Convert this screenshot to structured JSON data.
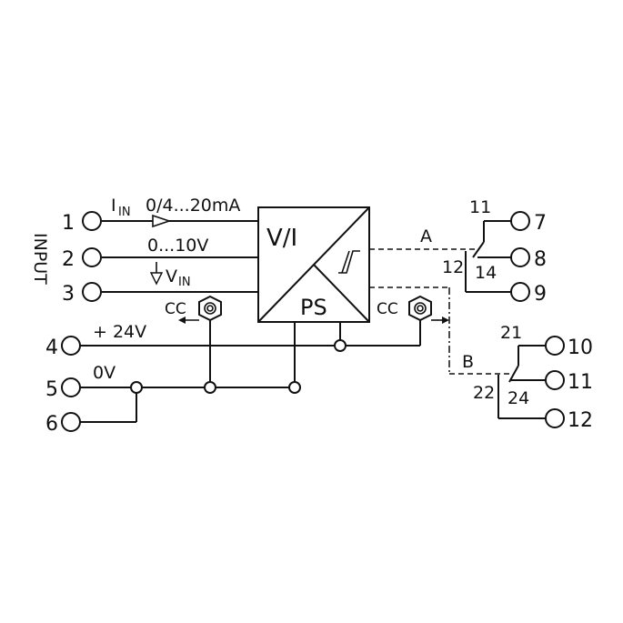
{
  "diagram": {
    "side_label": "INPUT",
    "input_terminals": [
      "1",
      "2",
      "3"
    ],
    "power_terminals": [
      "4",
      "5",
      "6"
    ],
    "output_terminals": [
      "7",
      "8",
      "9",
      "10",
      "11",
      "12"
    ],
    "signal": {
      "current_symbol": "I",
      "current_sub": "IN",
      "current_range": "0/4...20mA",
      "voltage_range": "0...10V",
      "voltage_symbol": "V",
      "voltage_sub": "IN"
    },
    "power": {
      "plus_24v": "+ 24V",
      "zero_v": "0V"
    },
    "block": {
      "vi": "V/I",
      "ps": "PS"
    },
    "cc_label": "CC",
    "relay_a": {
      "name": "A",
      "pins": [
        "11",
        "12",
        "14"
      ]
    },
    "relay_b": {
      "name": "B",
      "pins": [
        "21",
        "22",
        "24"
      ]
    }
  }
}
